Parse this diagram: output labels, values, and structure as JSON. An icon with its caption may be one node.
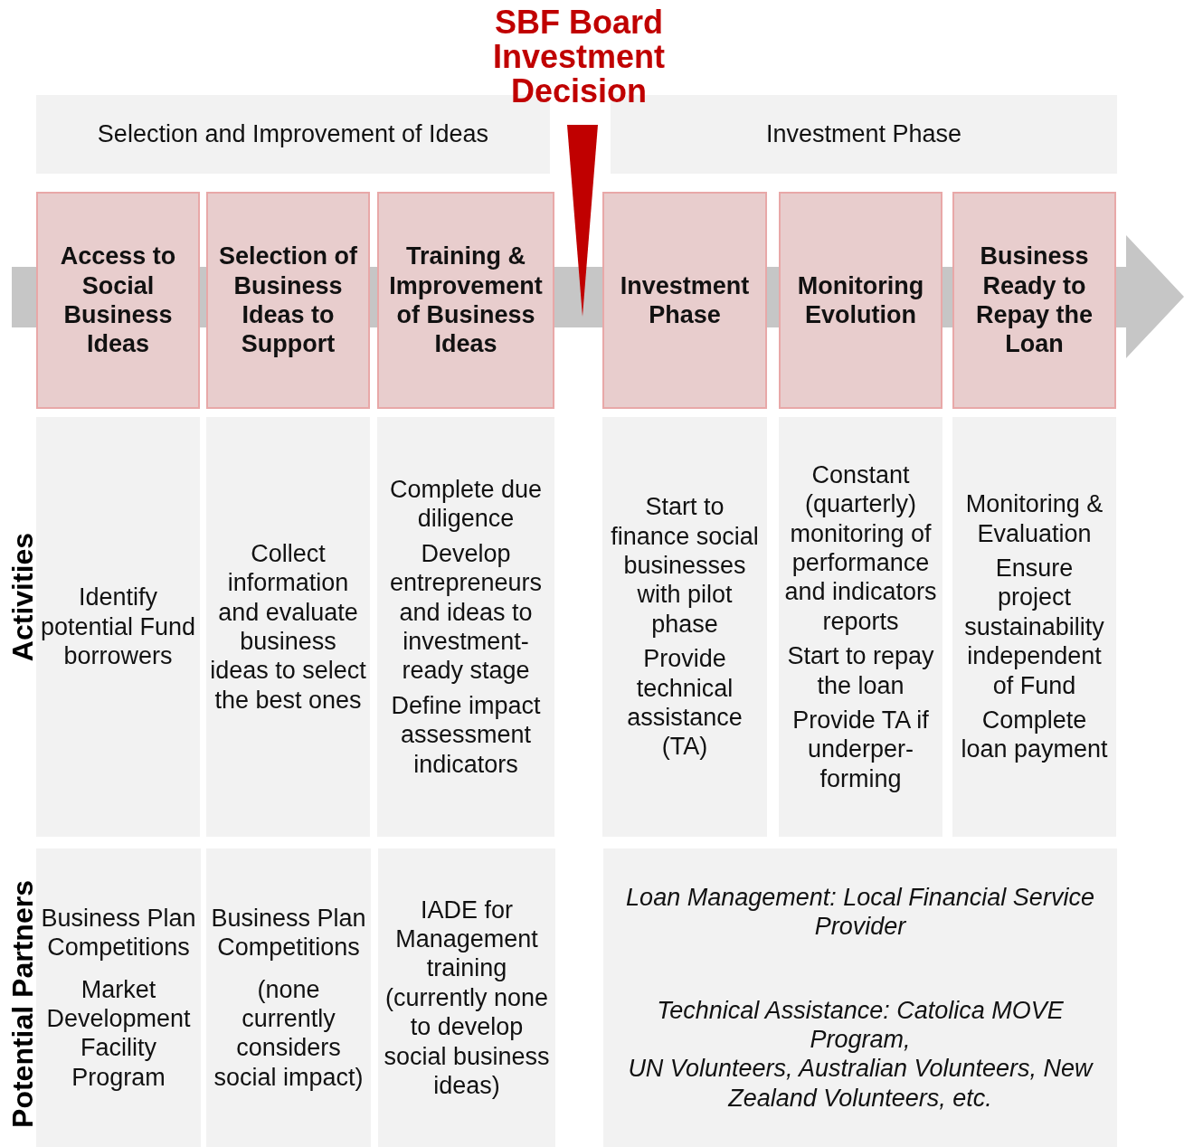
{
  "diagram": {
    "nodes": [
      {
        "text": [
          "Selection and Improvement of Ideas"
        ]
      },
      {
        "text": [
          "Investment Phase"
        ]
      },
      {
        "text": [
          "Access to Social Business Ideas"
        ]
      },
      {
        "text": [
          "Selection of Business Ideas to Support"
        ]
      },
      {
        "text": [
          "Training & Improvement of Business Ideas"
        ]
      },
      {
        "text": [
          "Investment Phase"
        ]
      },
      {
        "text": [
          "Monitoring Evolution"
        ]
      },
      {
        "text": [
          "Business Ready to Repay the Loan"
        ]
      },
      {
        "text": [
          "Identify potential Fund borrowers"
        ]
      },
      {
        "text": [
          "Collect information and evaluate business ideas to select the best ones"
        ]
      },
      {
        "text": [
          "Complete due diligence",
          "Develop entrepreneurs and ideas to investment-ready stage",
          "Define impact assessment indicators"
        ]
      },
      {
        "text": [
          "Start to finance social businesses with pilot phase",
          "Provide technical assistance (TA)"
        ]
      },
      {
        "text": [
          "Constant (quarterly) monitoring of performance and indicators reports",
          "Start to repay the loan",
          "Provide TA if underper-forming"
        ]
      },
      {
        "text": [
          "Monitoring & Evaluation",
          "Ensure project sustainability independent of Fund",
          "Complete loan payment"
        ]
      },
      {
        "text": [
          "Business Plan Competitions",
          "Market Development Facility Program"
        ]
      },
      {
        "text": [
          "Business Plan Competitions",
          "(none currently considers social impact)"
        ]
      },
      {
        "text": [
          "IADE for Management training (currently none to develop social business ideas)"
        ]
      },
      {
        "text": [
          "Loan Management: Local Financial Service Provider",
          "Technical Assistance: Catolica MOVE Program,",
          "UN Volunteers, Australian Volunteers, New Zealand Volunteers, etc."
        ]
      },
      {
        "text": [
          "SBF Board Investment Decision"
        ]
      },
      {
        "text": [],
        "shape": "arrow"
      }
    ],
    "labels": [
      "Activities",
      "Potential Partners"
    ]
  }
}
